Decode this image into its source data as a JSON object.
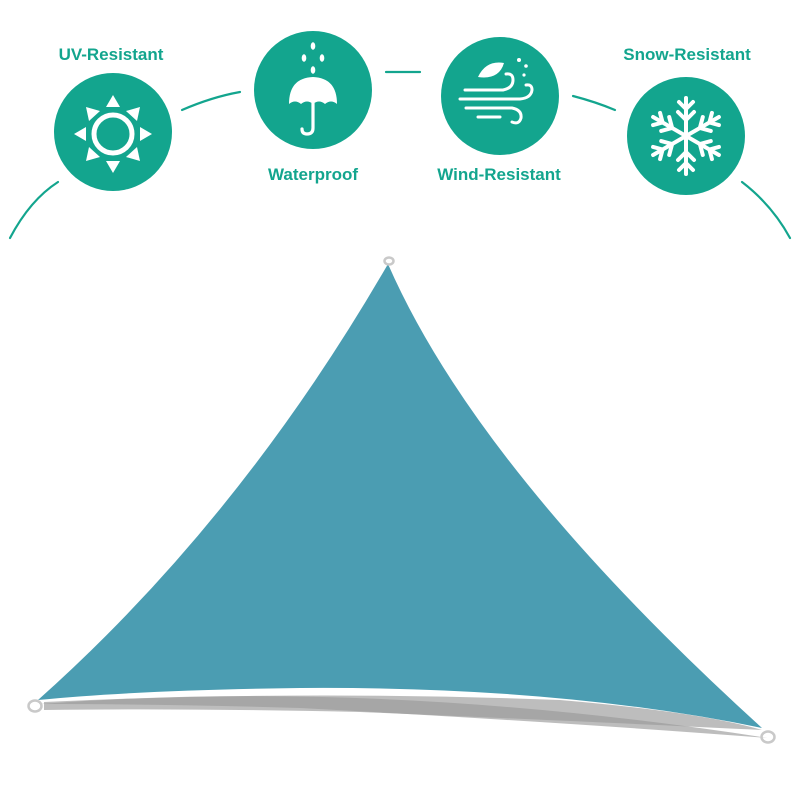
{
  "colors": {
    "accent": "#13a58e",
    "icon_fill": "#ffffff",
    "sail": "#4b9db2",
    "sail_shadow": "#a7a7a7",
    "ring": "#c9c9c9"
  },
  "features": [
    {
      "label": "UV-Resistant",
      "icon": "sun-icon"
    },
    {
      "label": "Waterproof",
      "icon": "umbrella-rain-icon"
    },
    {
      "label": "Wind-Resistant",
      "icon": "wind-leaf-icon"
    },
    {
      "label": "Snow-Resistant",
      "icon": "snowflake-icon"
    }
  ]
}
